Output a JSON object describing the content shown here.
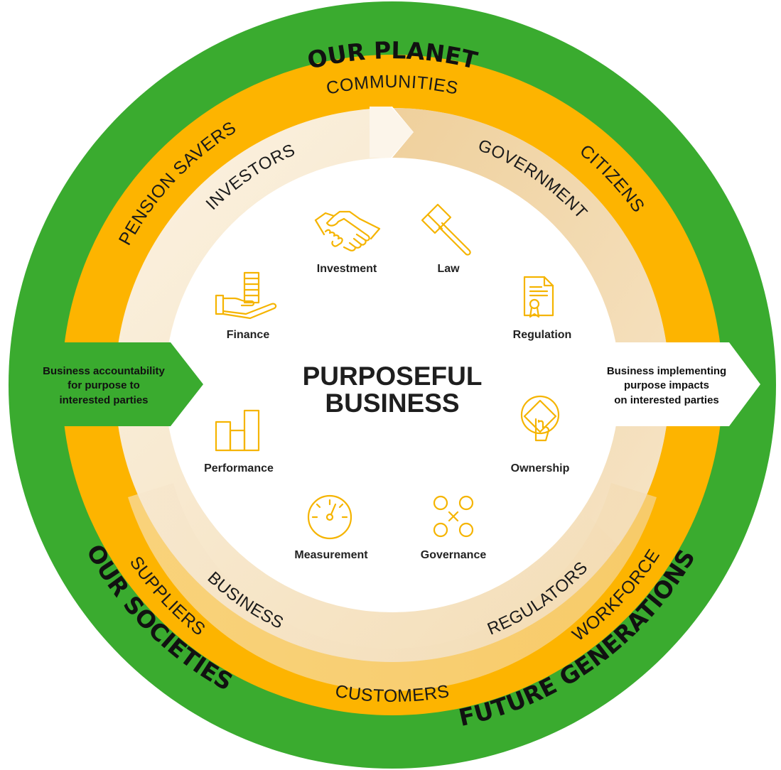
{
  "outer_ring": {
    "top": "OUR PLANET",
    "bottom_left": "OUR SOCIETIES",
    "bottom_right": "FUTURE GENERATIONS"
  },
  "middle_ring": {
    "top": "COMMUNITIES",
    "top_left": "PENSION SAVERS",
    "top_right": "CITIZENS",
    "bottom_left": "SUPPLIERS",
    "bottom": "CUSTOMERS",
    "bottom_right": "WORKFORCE"
  },
  "inner_ring": {
    "top_left": "INVESTORS",
    "top_right": "GOVERNMENT",
    "bottom_left": "BUSINESS",
    "bottom_right": "REGULATORS"
  },
  "center": {
    "line1": "PURPOSEFUL",
    "line2": "BUSINESS"
  },
  "icons": {
    "investment": "Investment",
    "law": "Law",
    "regulation": "Regulation",
    "finance": "Finance",
    "ownership": "Ownership",
    "performance": "Performance",
    "measurement": "Measurement",
    "governance": "Governance"
  },
  "left_arrow": {
    "line1": "Business accountability",
    "line2": "for purpose to",
    "line3": "interested parties"
  },
  "right_arrow": {
    "line1": "Business implementing",
    "line2": "purpose impacts",
    "line3": "on interested parties"
  },
  "colors": {
    "green": "#3aab2f",
    "orange": "#fdb400",
    "beige": "#f3dcb4",
    "icon": "#f5b400"
  }
}
